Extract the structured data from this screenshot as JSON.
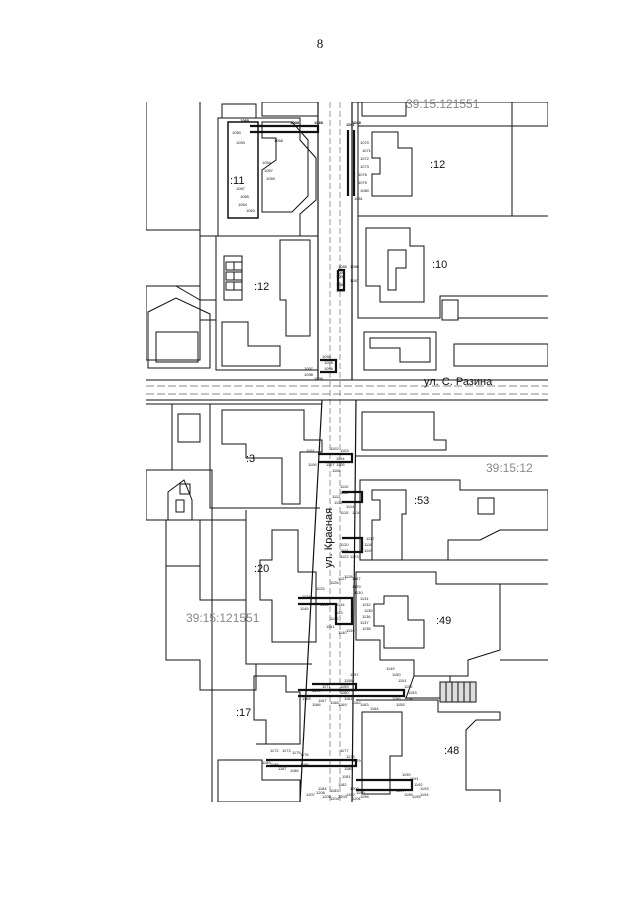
{
  "page_number": "8",
  "cadastral_quarters": [
    "39:15:121551",
    "39:15:12",
    "39:15:121551"
  ],
  "streets": {
    "razina": "ул. С. Разина",
    "krasnaya": "ул. Красная"
  },
  "lots": {
    "l11": ":11",
    "l12a": ":12",
    "l12b": ":12",
    "l10": ":10",
    "l3": ":3",
    "l53": ":53",
    "l20": ":20",
    "l49": ":49",
    "l17": ":17",
    "l48": ":48"
  },
  "points": [
    {
      "label": "1043"
    },
    {
      "label": "1044"
    },
    {
      "label": "1046"
    },
    {
      "label": "1047"
    },
    {
      "label": "1048"
    },
    {
      "label": "1050"
    },
    {
      "label": "1053"
    },
    {
      "label": "1054"
    },
    {
      "label": "1057"
    },
    {
      "label": "1059"
    },
    {
      "label": "1063"
    },
    {
      "label": "1064"
    },
    {
      "label": "1065"
    },
    {
      "label": "1067"
    },
    {
      "label": "1068"
    },
    {
      "label": "1070"
    },
    {
      "label": "1071"
    },
    {
      "label": "1072"
    },
    {
      "label": "1073"
    },
    {
      "label": "1076"
    },
    {
      "label": "1079"
    },
    {
      "label": "1080"
    },
    {
      "label": "1081"
    },
    {
      "label": "1085"
    },
    {
      "label": "1086"
    },
    {
      "label": "1087"
    },
    {
      "label": "1088"
    },
    {
      "label": "1089"
    },
    {
      "label": "1090"
    },
    {
      "label": "1091"
    },
    {
      "label": "1094"
    },
    {
      "label": "1095"
    },
    {
      "label": "1096"
    },
    {
      "label": "1097"
    },
    {
      "label": "1098"
    },
    {
      "label": "1099"
    },
    {
      "label": "1101"
    },
    {
      "label": "1102"
    },
    {
      "label": "1103"
    },
    {
      "label": "1104"
    },
    {
      "label": "1105"
    },
    {
      "label": "1106"
    },
    {
      "label": "1107"
    },
    {
      "label": "1108"
    },
    {
      "label": "1110"
    },
    {
      "label": "1111"
    },
    {
      "label": "1112"
    },
    {
      "label": "1113"
    },
    {
      "label": "1114"
    },
    {
      "label": "1115"
    },
    {
      "label": "1116"
    },
    {
      "label": "1117"
    },
    {
      "label": "1118"
    },
    {
      "label": "1119"
    },
    {
      "label": "1120"
    },
    {
      "label": "1121"
    },
    {
      "label": "1122"
    },
    {
      "label": "1123"
    },
    {
      "label": "1124"
    },
    {
      "label": "1125"
    },
    {
      "label": "1126"
    },
    {
      "label": "1127"
    },
    {
      "label": "1128"
    },
    {
      "label": "1129"
    },
    {
      "label": "1130"
    },
    {
      "label": "1131"
    },
    {
      "label": "1132"
    },
    {
      "label": "1135"
    },
    {
      "label": "1136"
    },
    {
      "label": "1137"
    },
    {
      "label": "1138"
    },
    {
      "label": "1139"
    },
    {
      "label": "1140"
    },
    {
      "label": "1141"
    },
    {
      "label": "1142"
    },
    {
      "label": "1143"
    },
    {
      "label": "1144"
    },
    {
      "label": "1145"
    },
    {
      "label": "1146"
    },
    {
      "label": "1147"
    },
    {
      "label": "1149"
    },
    {
      "label": "1150"
    },
    {
      "label": "1151"
    },
    {
      "label": "1152"
    },
    {
      "label": "1153"
    },
    {
      "label": "1154"
    },
    {
      "label": "1155"
    },
    {
      "label": "1156"
    },
    {
      "label": "1157"
    },
    {
      "label": "1158"
    },
    {
      "label": "1159"
    },
    {
      "label": "1160"
    },
    {
      "label": "1161"
    },
    {
      "label": "1162"
    },
    {
      "label": "1163"
    },
    {
      "label": "1164"
    },
    {
      "label": "1165"
    },
    {
      "label": "1166"
    },
    {
      "label": "1167"
    },
    {
      "label": "1168"
    },
    {
      "label": "1169"
    },
    {
      "label": "1170"
    },
    {
      "label": "1171"
    },
    {
      "label": "1172"
    },
    {
      "label": "1173"
    },
    {
      "label": "1175"
    },
    {
      "label": "1176"
    },
    {
      "label": "1177"
    },
    {
      "label": "1178"
    },
    {
      "label": "1179"
    },
    {
      "label": "1180"
    },
    {
      "label": "1181"
    },
    {
      "label": "1182"
    },
    {
      "label": "1183"
    },
    {
      "label": "1184"
    },
    {
      "label": "1185"
    },
    {
      "label": "1186"
    },
    {
      "label": "1187"
    },
    {
      "label": "1188"
    },
    {
      "label": "1189"
    },
    {
      "label": "1190"
    },
    {
      "label": "1191"
    },
    {
      "label": "1192"
    },
    {
      "label": "1193"
    },
    {
      "label": "1194"
    },
    {
      "label": "1195"
    },
    {
      "label": "1196"
    },
    {
      "label": "1197"
    },
    {
      "label": "1198"
    },
    {
      "label": "1199"
    },
    {
      "label": "1200"
    },
    {
      "label": "1201"
    },
    {
      "label": "1202"
    },
    {
      "label": "1203"
    },
    {
      "label": "1204"
    },
    {
      "label": "1205"
    },
    {
      "label": "1206"
    },
    {
      "label": "1207"
    },
    {
      "label": "1208"
    },
    {
      "label": "1209"
    },
    {
      "label": "1210"
    },
    {
      "label": "1211"
    },
    {
      "label": "1212"
    }
  ]
}
